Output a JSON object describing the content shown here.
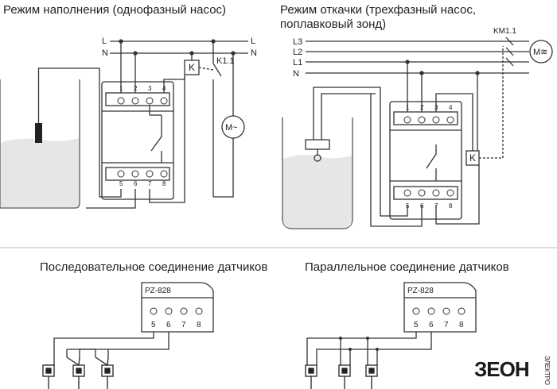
{
  "diagram1": {
    "title": "Режим наполнения (однофазный насос)",
    "lines": [
      "L",
      "N"
    ],
    "relay_label": "K",
    "contact_label": "K1.1",
    "motor_label": "M~",
    "top_terminals": [
      "1",
      "2",
      "3",
      "4"
    ],
    "bottom_terminals": [
      "5",
      "6",
      "7",
      "8"
    ]
  },
  "diagram2": {
    "title": "Режим откачки (трехфазный насос,\nпоплавковый зонд)",
    "lines": [
      "L3",
      "L2",
      "L1",
      "N"
    ],
    "contactor_label": "KM1.1",
    "motor_label": "M≋",
    "relay_label": "K",
    "top_terminals": [
      "1",
      "2",
      "3",
      "4"
    ],
    "bottom_terminals": [
      "5",
      "6",
      "7",
      "8"
    ]
  },
  "diagram3": {
    "title": "Последовательное соединение датчиков",
    "device": "PZ-828",
    "terminals": [
      "5",
      "6",
      "7",
      "8"
    ]
  },
  "diagram4": {
    "title": "Параллельное соединение датчиков",
    "device": "PZ-828",
    "terminals": [
      "5",
      "6",
      "7",
      "8"
    ]
  },
  "logo": {
    "text": "ЗЕОН",
    "subtext": "ЭЛЕКТРО"
  }
}
